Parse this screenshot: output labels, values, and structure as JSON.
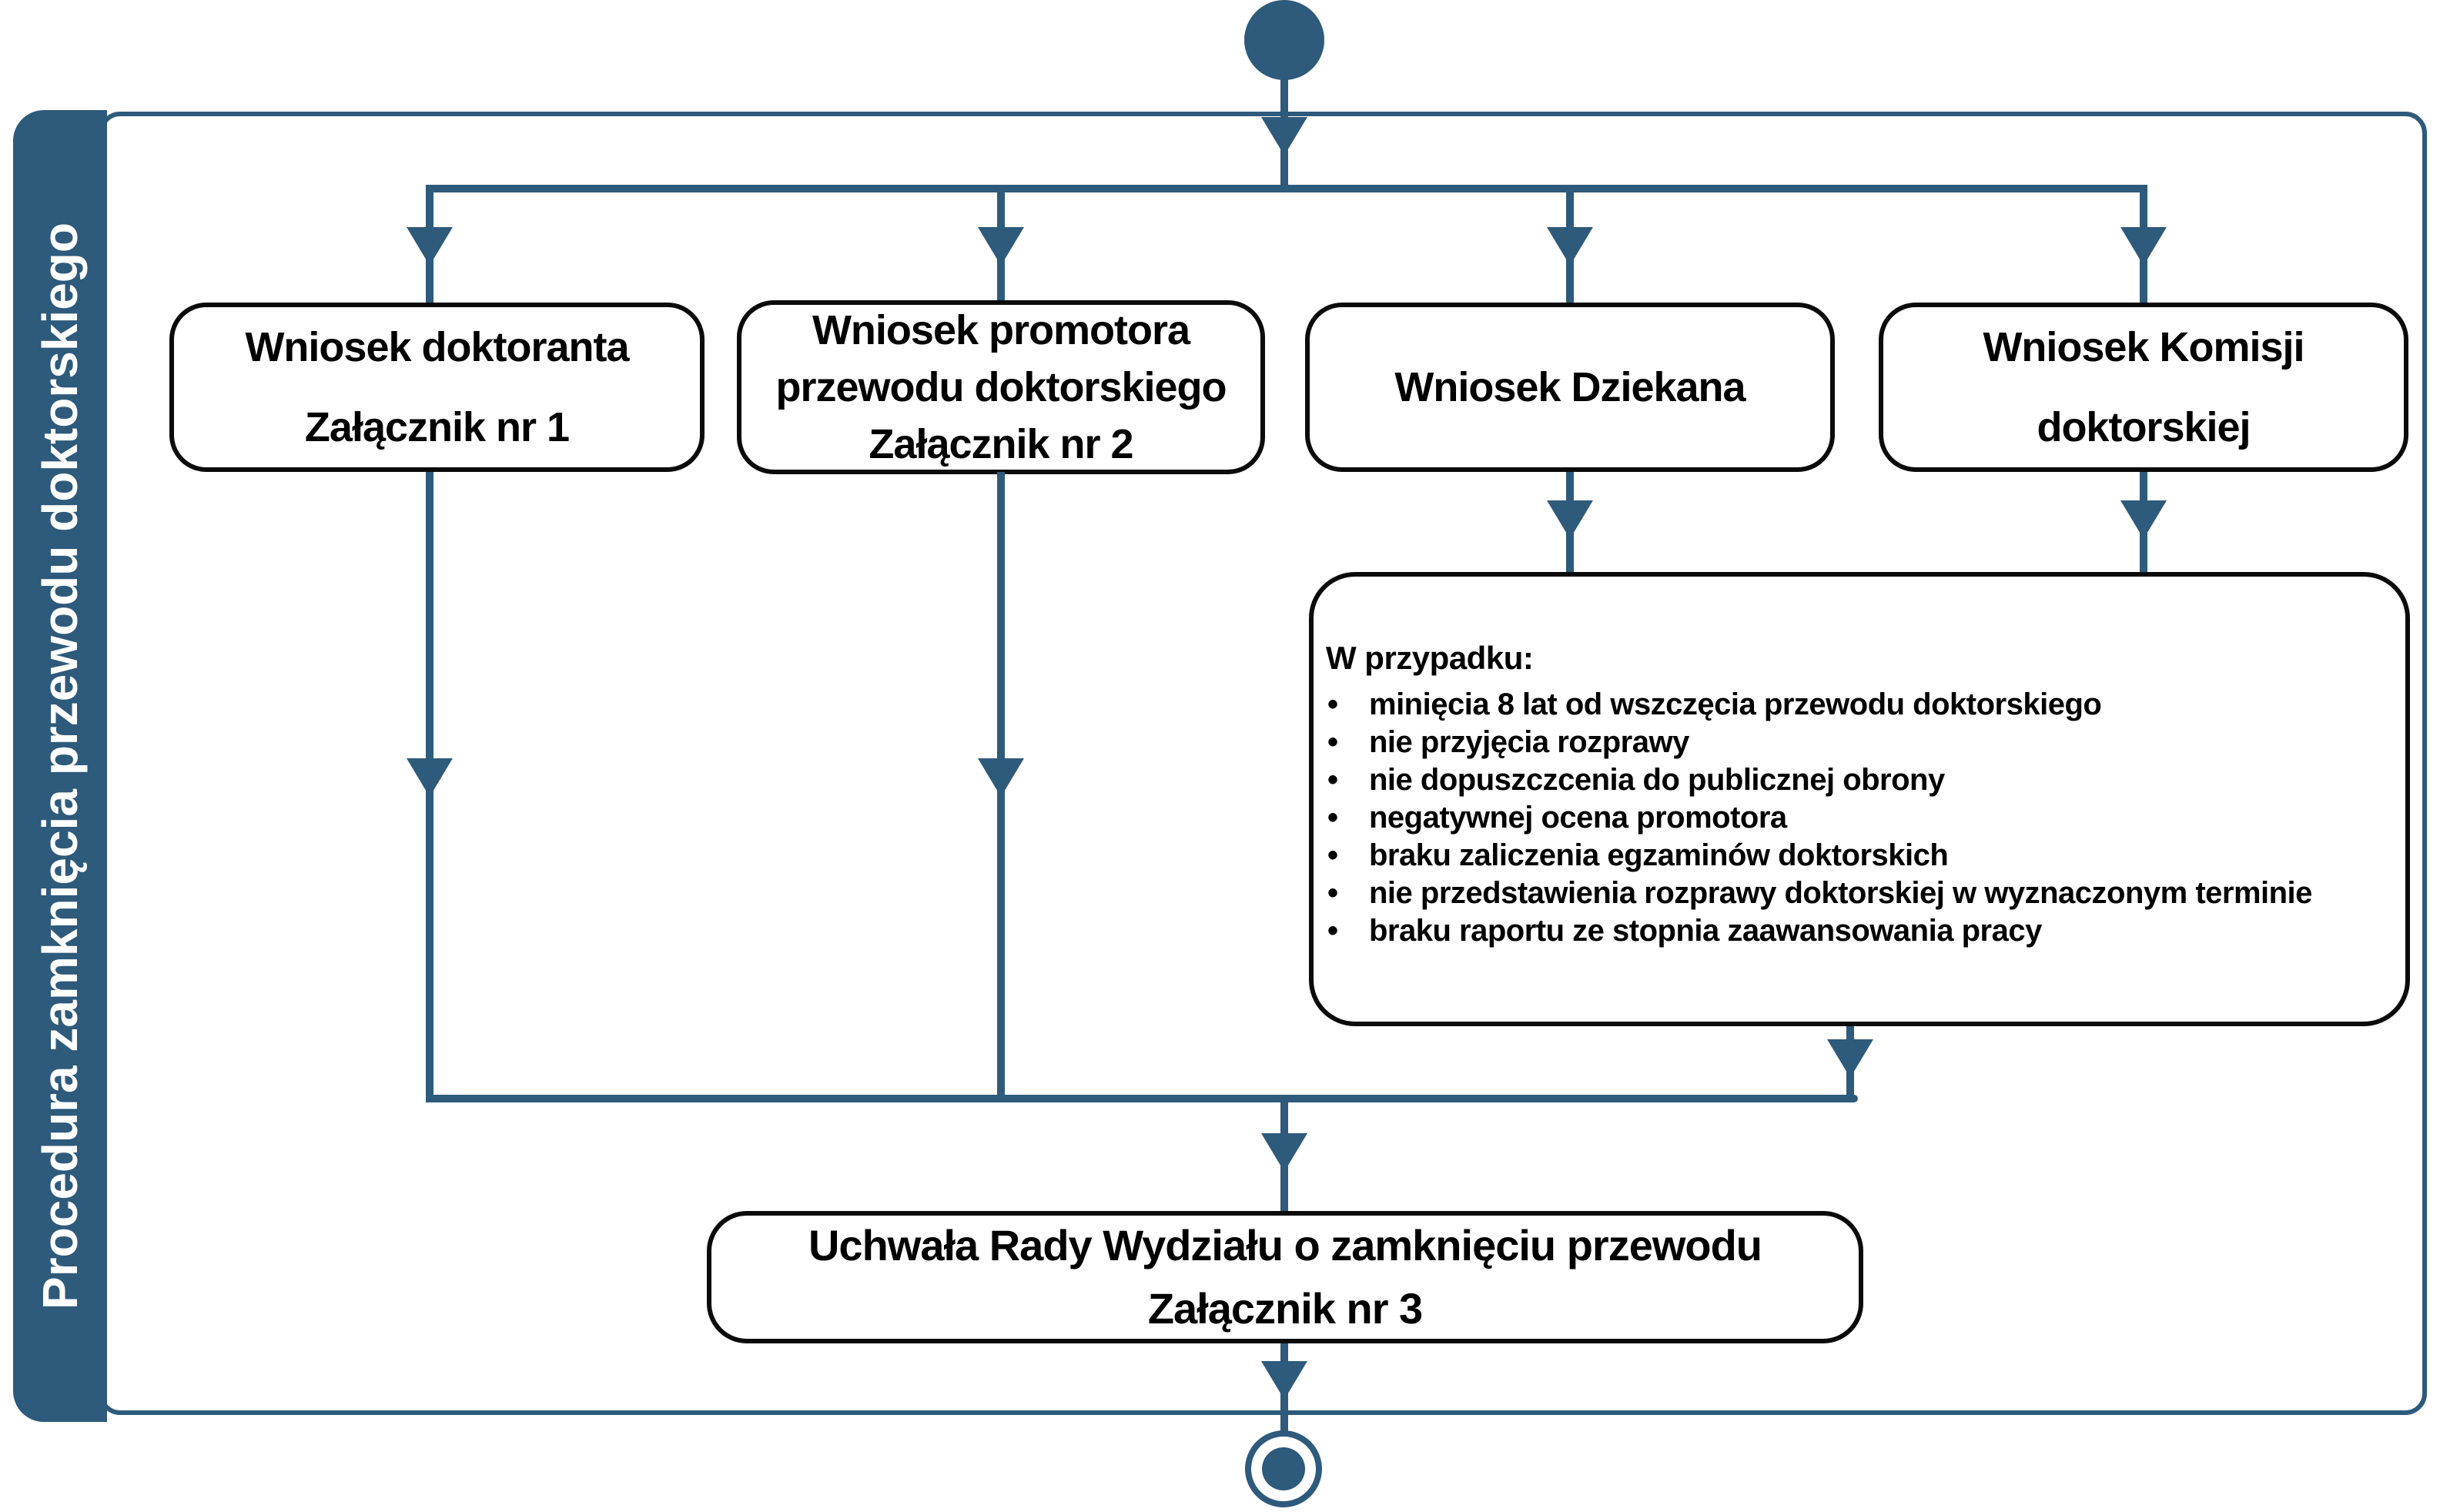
{
  "colors": {
    "accent": "#2E5A7B",
    "box_border": "#0b0b0b",
    "background": "#ffffff"
  },
  "swimlane": {
    "title": "Procedura zamknięcia przewodu doktorskiego"
  },
  "nodes": {
    "box1": {
      "lines": [
        "Wniosek doktoranta",
        "Załącznik nr 1"
      ]
    },
    "box2": {
      "lines": [
        "Wniosek promotora",
        "przewodu doktorskiego",
        "Załącznik nr 2"
      ]
    },
    "box3": {
      "lines": [
        "Wniosek Dziekana"
      ]
    },
    "box4": {
      "lines": [
        "Wniosek Komisji",
        "doktorskiej"
      ]
    },
    "conditions": {
      "title": "W przypadku:",
      "items": [
        "minięcia 8 lat od wszczęcia przewodu doktorskiego",
        "nie przyjęcia rozprawy",
        "nie dopuszczcenia do publicznej obrony",
        "negatywnej ocena promotora",
        "braku zaliczenia egzaminów doktorskich",
        "nie przedstawienia rozprawy doktorskiej w wyznaczonym terminie",
        "braku raportu ze stopnia zaawansowania pracy"
      ]
    },
    "final": {
      "lines": [
        "Uchwała Rady Wydziału o zamknięciu przewodu",
        "Załącznik nr 3"
      ]
    }
  }
}
